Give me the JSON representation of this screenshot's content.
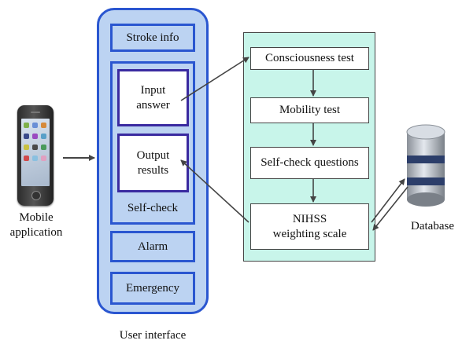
{
  "mobile": {
    "label_line1": "Mobile",
    "label_line2": "application"
  },
  "user_interface": {
    "caption": "User interface",
    "stroke_info": "Stroke info",
    "input_line1": "Input",
    "input_line2": "answer",
    "output_line1": "Output",
    "output_line2": "results",
    "self_check": "Self-check",
    "alarm": "Alarm",
    "emergency": "Emergency"
  },
  "flow": {
    "consciousness": "Consciousness test",
    "mobility": "Mobility test",
    "questions": "Self-check questions",
    "nihss_line1": "NIHSS",
    "nihss_line2": "weighting scale"
  },
  "database": {
    "label": "Database"
  },
  "colors": {
    "ui_fill": "#bcd3f2",
    "ui_border": "#2a56d0",
    "flow_fill": "#c8f5ea",
    "inner_border": "#3a2aa0"
  }
}
